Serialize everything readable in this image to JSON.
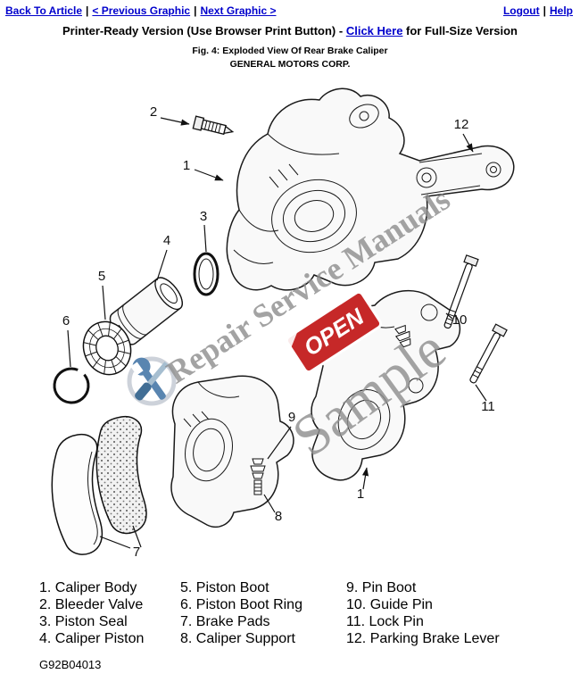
{
  "nav": {
    "back_to_article": "Back To Article",
    "previous_graphic": "< Previous Graphic",
    "next_graphic": "Next Graphic >",
    "logout": "Logout",
    "help": "Help",
    "separator": "|"
  },
  "header": {
    "printer_prefix": "Printer-Ready Version (Use Browser Print Button) - ",
    "full_size_link": "Click Here",
    "printer_suffix": " for Full-Size Version",
    "figure_caption": "Fig. 4: Exploded View Of Rear Brake Caliper",
    "company": "GENERAL MOTORS CORP."
  },
  "diagram": {
    "callouts": {
      "n1": "1",
      "n1b": "1",
      "n2": "2",
      "n3": "3",
      "n4": "4",
      "n5": "5",
      "n6": "6",
      "n7": "7",
      "n8": "8",
      "n9": "9",
      "n10": "10",
      "n11": "11",
      "n12": "12"
    },
    "watermark": {
      "brand": "Repair Service Manuals",
      "sample": "Sample",
      "open_label": "OPEN"
    }
  },
  "legend": {
    "columns": [
      [
        "1. Caliper Body",
        "2. Bleeder Valve",
        "3. Piston Seal",
        "4. Caliper Piston"
      ],
      [
        "5. Piston Boot",
        "6. Piston Boot Ring",
        "7. Brake Pads",
        "8. Caliper Support"
      ],
      [
        "9. Pin Boot",
        "10. Guide Pin",
        "11. Lock Pin",
        "12. Parking Brake Lever"
      ]
    ]
  },
  "footer": {
    "figure_id": "G92B04013"
  },
  "colors": {
    "link_blue": "#0000cc",
    "watermark_gray": "#8f8f8f",
    "open_sign_red": "#c62828",
    "tool_blue": "#4878a8"
  }
}
